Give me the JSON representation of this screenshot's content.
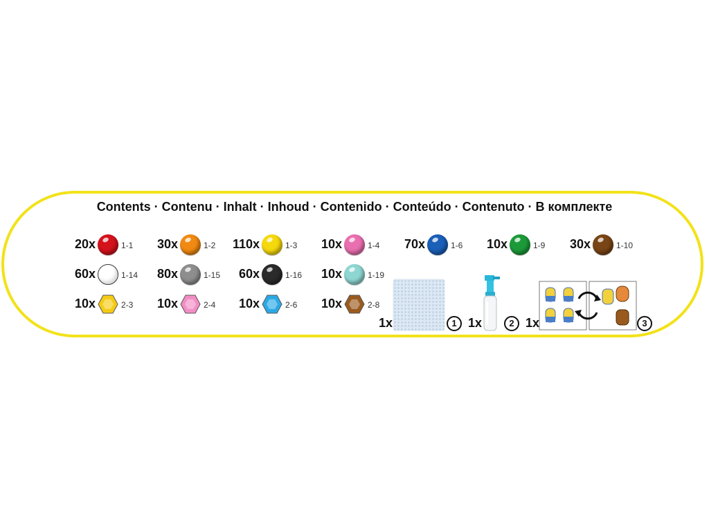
{
  "title": "Contents · Contenu · Inhalt · Inhoud · Contenido · Conteúdo · Contenuto · В комплекте",
  "beads": [
    {
      "qty": "20x",
      "code": "1-1",
      "color": "#d4121c",
      "shape": "round"
    },
    {
      "qty": "30x",
      "code": "1-2",
      "color": "#f18a12",
      "shape": "round"
    },
    {
      "qty": "110x",
      "code": "1-3",
      "color": "#f6d90c",
      "shape": "round"
    },
    {
      "qty": "10x",
      "code": "1-4",
      "color": "#ea6fb0",
      "shape": "round"
    },
    {
      "qty": "70x",
      "code": "1-6",
      "color": "#1a5fb8",
      "shape": "round"
    },
    {
      "qty": "10x",
      "code": "1-9",
      "color": "#1c9a3a",
      "shape": "round"
    },
    {
      "qty": "30x",
      "code": "1-10",
      "color": "#7a4516",
      "shape": "round"
    },
    {
      "qty": "60x",
      "code": "1-14",
      "color": "#ffffff",
      "shape": "round"
    },
    {
      "qty": "80x",
      "code": "1-15",
      "color": "#8e8e8e",
      "shape": "round"
    },
    {
      "qty": "60x",
      "code": "1-16",
      "color": "#2b2b2b",
      "shape": "round"
    },
    {
      "qty": "10x",
      "code": "1-19",
      "color": "#8ed6d2",
      "shape": "round"
    },
    {
      "qty": "10x",
      "code": "2-3",
      "color": "#f5cb15",
      "shape": "hex"
    },
    {
      "qty": "10x",
      "code": "2-4",
      "color": "#f28dc5",
      "shape": "hex"
    },
    {
      "qty": "10x",
      "code": "2-6",
      "color": "#2aa9e6",
      "shape": "hex"
    },
    {
      "qty": "10x",
      "code": "2-8",
      "color": "#9a5a1e",
      "shape": "hex"
    }
  ],
  "accessories": [
    {
      "qty": "1x",
      "number": "1",
      "icon": "pegboard-icon"
    },
    {
      "qty": "1x",
      "number": "2",
      "icon": "spray-bottle-icon"
    },
    {
      "qty": "1x",
      "number": "3",
      "icon": "template-sheet-icon"
    }
  ]
}
